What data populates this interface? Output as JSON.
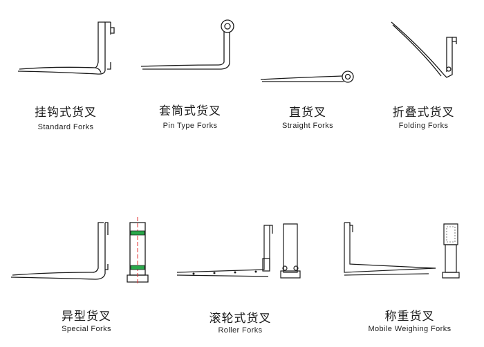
{
  "forks": [
    {
      "cn": "挂钩式货叉",
      "en": "Standard Forks"
    },
    {
      "cn": "套筒式货叉",
      "en": "Pin Type Forks"
    },
    {
      "cn": "直货叉",
      "en": "Straight Forks"
    },
    {
      "cn": "折叠式货叉",
      "en": "Folding Forks"
    },
    {
      "cn": "异型货叉",
      "en": "Special Forks"
    },
    {
      "cn": "滚轮式货叉",
      "en": "Roller Forks"
    },
    {
      "cn": "称重货叉",
      "en": "Mobile Weighing Forks"
    }
  ],
  "colors": {
    "line": "#1a1a1a",
    "accent_red": "#e03030",
    "accent_green": "#2aa84a"
  }
}
